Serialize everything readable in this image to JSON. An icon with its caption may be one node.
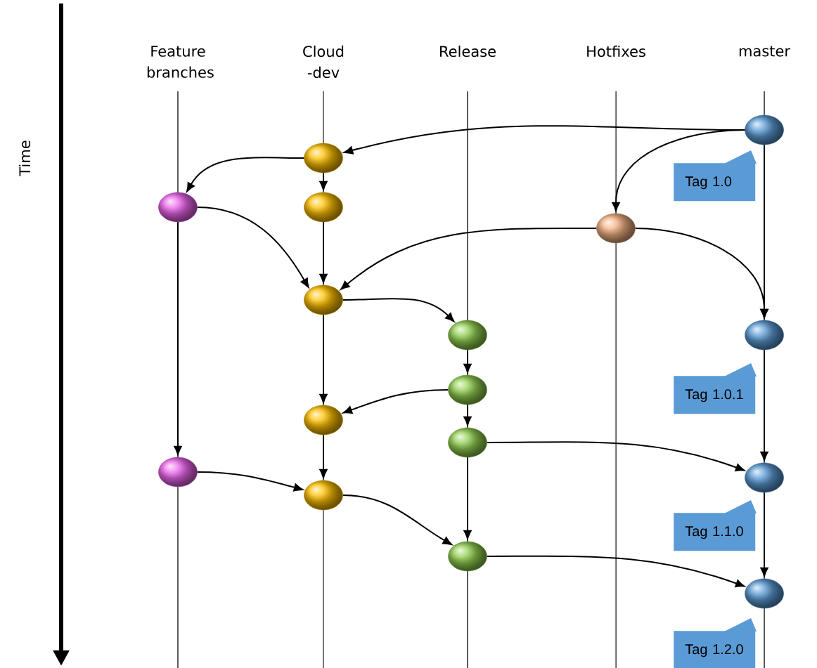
{
  "diagram": {
    "nodes": [
      {
        "text": [],
        "shape": "ellipse"
      },
      {
        "text": [],
        "shape": "ellipse"
      },
      {
        "text": [],
        "shape": "ellipse"
      },
      {
        "text": [],
        "shape": "ellipse"
      },
      {
        "text": [],
        "shape": "ellipse"
      },
      {
        "text": [],
        "shape": "ellipse"
      },
      {
        "text": [],
        "shape": "ellipse"
      },
      {
        "text": [],
        "shape": "ellipse"
      },
      {
        "text": [],
        "shape": "ellipse"
      },
      {
        "text": [],
        "shape": "ellipse"
      },
      {
        "text": [],
        "shape": "ellipse"
      },
      {
        "text": [],
        "shape": "ellipse"
      },
      {
        "text": [],
        "shape": "ellipse"
      },
      {
        "text": [],
        "shape": "ellipse"
      },
      {
        "text": [],
        "shape": "ellipse"
      },
      {
        "text": [],
        "shape": "ellipse"
      },
      {
        "text": [
          "Tag 1.0"
        ]
      },
      {
        "text": [
          "Tag 1.0.1"
        ]
      },
      {
        "text": [
          "Tag 1.1.0"
        ]
      },
      {
        "text": [
          "Tag 1.2.0"
        ]
      }
    ],
    "edges": [
      {
        "from": 0,
        "to": 1,
        "arrow": "to"
      },
      {
        "from": 0,
        "to": 4,
        "arrow": "to"
      },
      {
        "from": 0,
        "to": 7,
        "arrow": "to"
      },
      {
        "from": 1,
        "to": 2,
        "arrow": "to"
      },
      {
        "from": 1,
        "to": 3,
        "arrow": "to"
      },
      {
        "from": 2,
        "to": 5,
        "arrow": "to"
      },
      {
        "from": 3,
        "to": 5,
        "arrow": "to"
      },
      {
        "from": 4,
        "to": 5,
        "arrow": "to"
      },
      {
        "from": 4,
        "to": 7,
        "arrow": "to"
      },
      {
        "from": 2,
        "to": 11,
        "arrow": "to"
      },
      {
        "from": 5,
        "to": 6,
        "arrow": "to"
      },
      {
        "from": 5,
        "to": 9,
        "arrow": "to"
      },
      {
        "from": 6,
        "to": 8,
        "arrow": "to"
      },
      {
        "from": 8,
        "to": 9,
        "arrow": "to"
      },
      {
        "from": 8,
        "to": 10,
        "arrow": "to"
      },
      {
        "from": 7,
        "to": 12,
        "arrow": "to"
      },
      {
        "from": 10,
        "to": 12,
        "arrow": "to"
      },
      {
        "from": 10,
        "to": 14,
        "arrow": "to"
      },
      {
        "from": 9,
        "to": 13,
        "arrow": "to"
      },
      {
        "from": 11,
        "to": 13,
        "arrow": "to"
      },
      {
        "from": 13,
        "to": 14,
        "arrow": "to"
      },
      {
        "from": 14,
        "to": 15,
        "arrow": "to"
      },
      {
        "from": 12,
        "to": 15,
        "arrow": "to"
      }
    ],
    "labels": [
      "Feature branches",
      "Cloud -dev",
      "Release",
      "Hotfixes",
      "master",
      "Time"
    ]
  }
}
